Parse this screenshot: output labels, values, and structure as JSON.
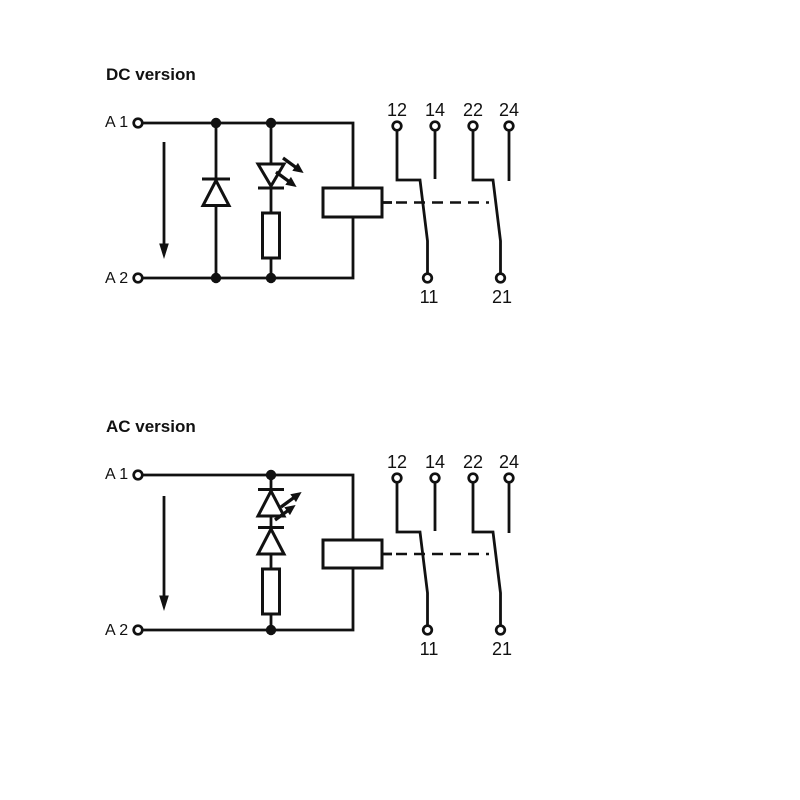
{
  "colors": {
    "ink": "#111111",
    "background": "#ffffff"
  },
  "diagrams": [
    {
      "title": "DC version",
      "input": {
        "a1": "A 1",
        "a2": "A 2"
      },
      "contact_top": [
        "12",
        "14",
        "22",
        "24"
      ],
      "contact_bottom": [
        "11",
        "21"
      ],
      "components": [
        "input terminals",
        "polarity arrow",
        "suppressor diode",
        "indicator LED",
        "series resistor",
        "relay coil",
        "two changeover contacts"
      ]
    },
    {
      "title": "AC version",
      "input": {
        "a1": "A 1",
        "a2": "A 2"
      },
      "contact_top": [
        "12",
        "14",
        "22",
        "24"
      ],
      "contact_bottom": [
        "11",
        "21"
      ],
      "components": [
        "input terminals",
        "polarity arrow",
        "indicator LED",
        "series diode",
        "series resistor",
        "relay coil",
        "two changeover contacts"
      ]
    }
  ]
}
